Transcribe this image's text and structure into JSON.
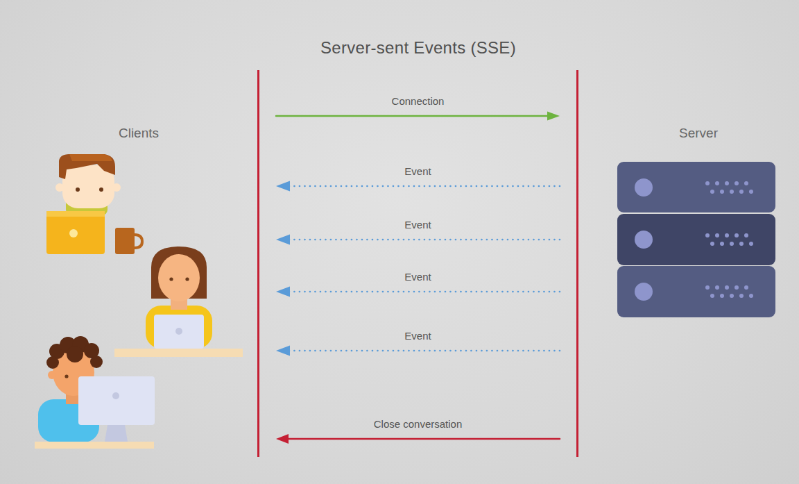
{
  "diagram": {
    "title": "Server-sent Events (SSE)",
    "nodes": [
      {
        "text": [
          "Clients"
        ]
      },
      {
        "text": [
          "Server"
        ]
      }
    ],
    "edges": [
      {
        "from": 0,
        "to": 1,
        "label": "Connection",
        "arrow": "to"
      },
      {
        "from": 1,
        "to": 0,
        "label": "Event",
        "arrow": "to"
      },
      {
        "from": 1,
        "to": 0,
        "label": "Event",
        "arrow": "to"
      },
      {
        "from": 1,
        "to": 0,
        "label": "Event",
        "arrow": "to"
      },
      {
        "from": 1,
        "to": 0,
        "label": "Event",
        "arrow": "to"
      },
      {
        "from": 1,
        "to": 0,
        "label": "Close conversation",
        "arrow": "to"
      }
    ]
  }
}
